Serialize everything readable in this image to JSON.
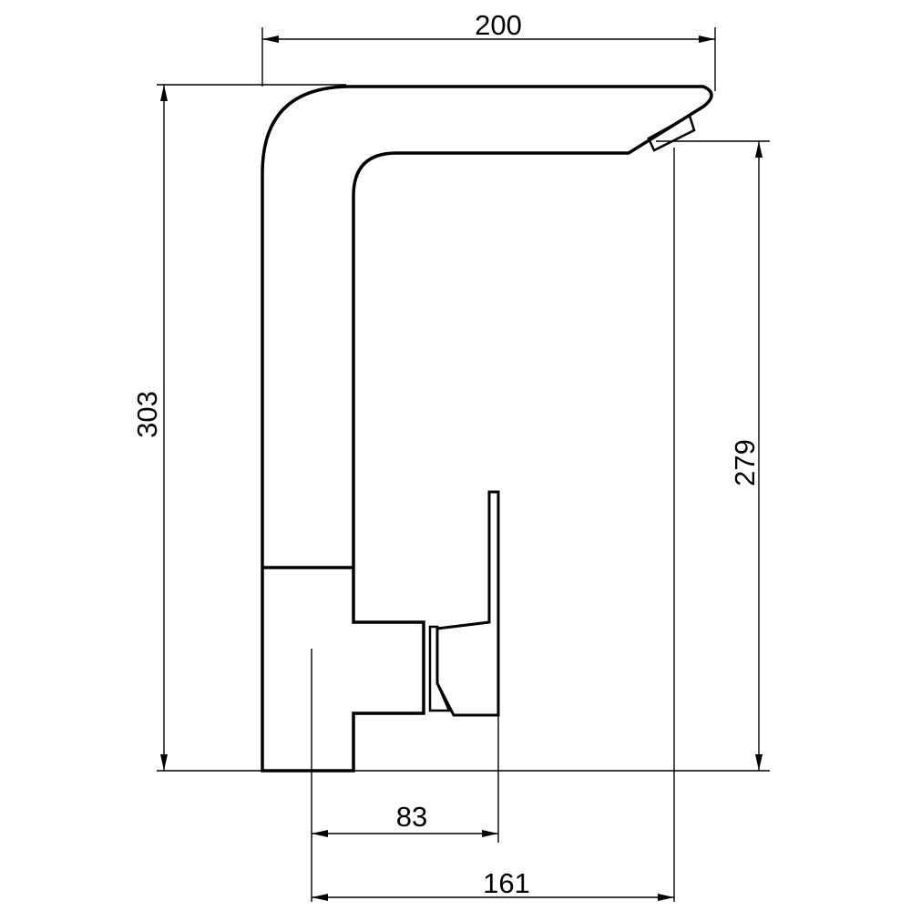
{
  "dimensions": {
    "top_width": "200",
    "total_height": "303",
    "spout_height": "279",
    "handle_offset": "83",
    "spout_reach": "161"
  }
}
